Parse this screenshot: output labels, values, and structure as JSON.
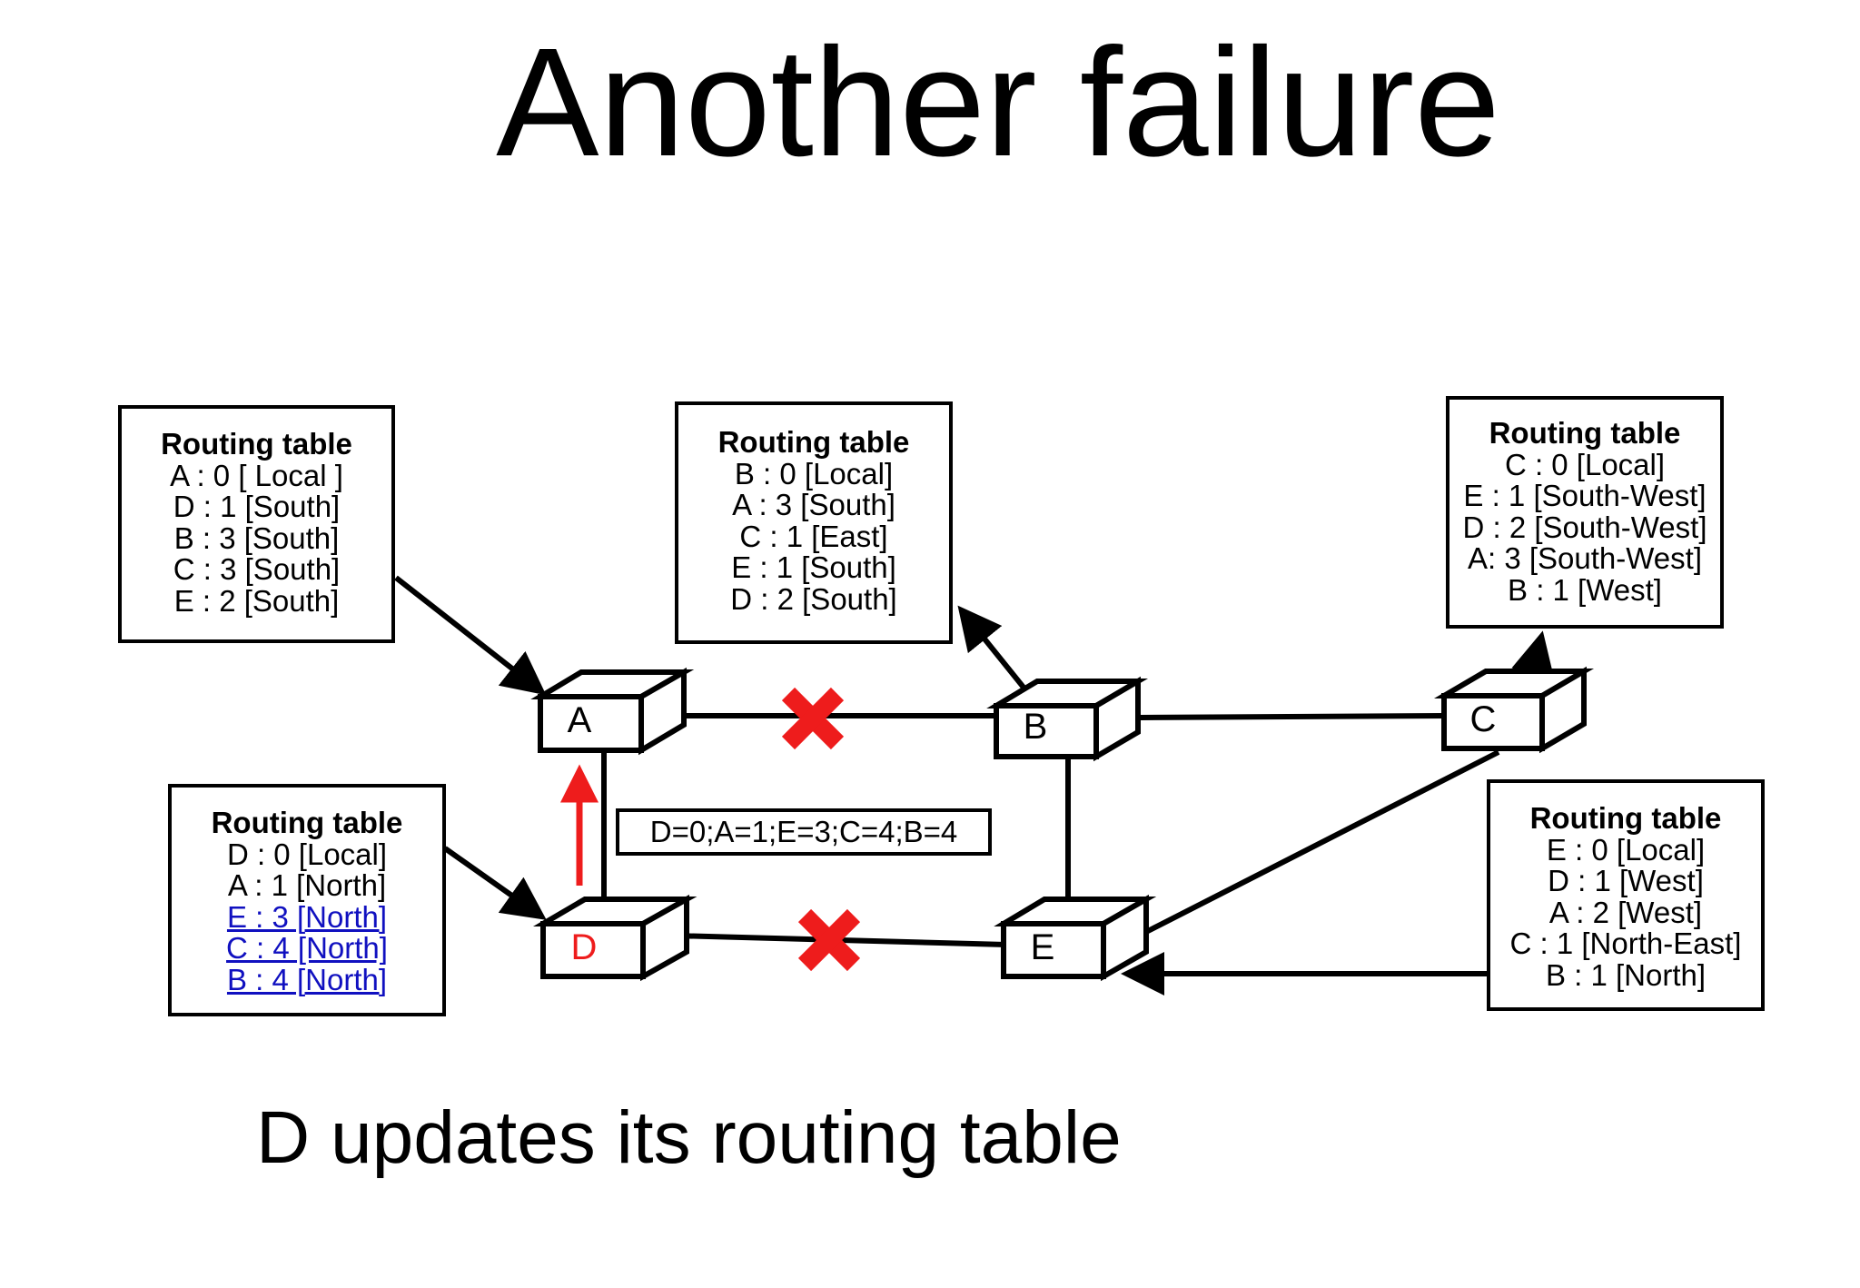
{
  "title": "Another failure",
  "caption": "D updates its routing table",
  "message": "D=0;A=1;E=3;C=4;B=4",
  "colors": {
    "updated_entry": "#1010c0",
    "failure_mark": "#ee1c1c",
    "arrow_update": "#ee1c1c",
    "node_d_label": "#ee1c1c"
  },
  "nodes": {
    "A": "A",
    "B": "B",
    "C": "C",
    "D": "D",
    "E": "E"
  },
  "tables": {
    "a": {
      "header": "Routing table",
      "rows": [
        "A : 0 [ Local ]",
        "D : 1 [South]",
        "B : 3 [South]",
        "C : 3 [South]",
        "E : 2 [South]"
      ]
    },
    "b": {
      "header": "Routing table",
      "rows": [
        "B : 0 [Local]",
        "A : 3 [South]",
        "C : 1 [East]",
        "E : 1 [South]",
        "D : 2 [South]"
      ]
    },
    "c": {
      "header": "Routing table",
      "rows": [
        "C : 0 [Local]",
        "E : 1 [South-West]",
        "D : 2 [South-West]",
        "A: 3 [South-West]",
        "B : 1 [West]"
      ]
    },
    "d": {
      "header": "Routing table",
      "rows": [
        "D : 0 [Local]",
        "A : 1 [North]",
        "E : 3 [North]",
        "C : 4 [North]",
        "B : 4 [North]"
      ],
      "updated_rows": [
        2,
        3,
        4
      ]
    },
    "e": {
      "header": "Routing table",
      "rows": [
        "E : 0 [Local]",
        "D : 1 [West]",
        "A : 2 [West]",
        "C : 1 [North-East]",
        "B : 1 [North]"
      ]
    }
  }
}
